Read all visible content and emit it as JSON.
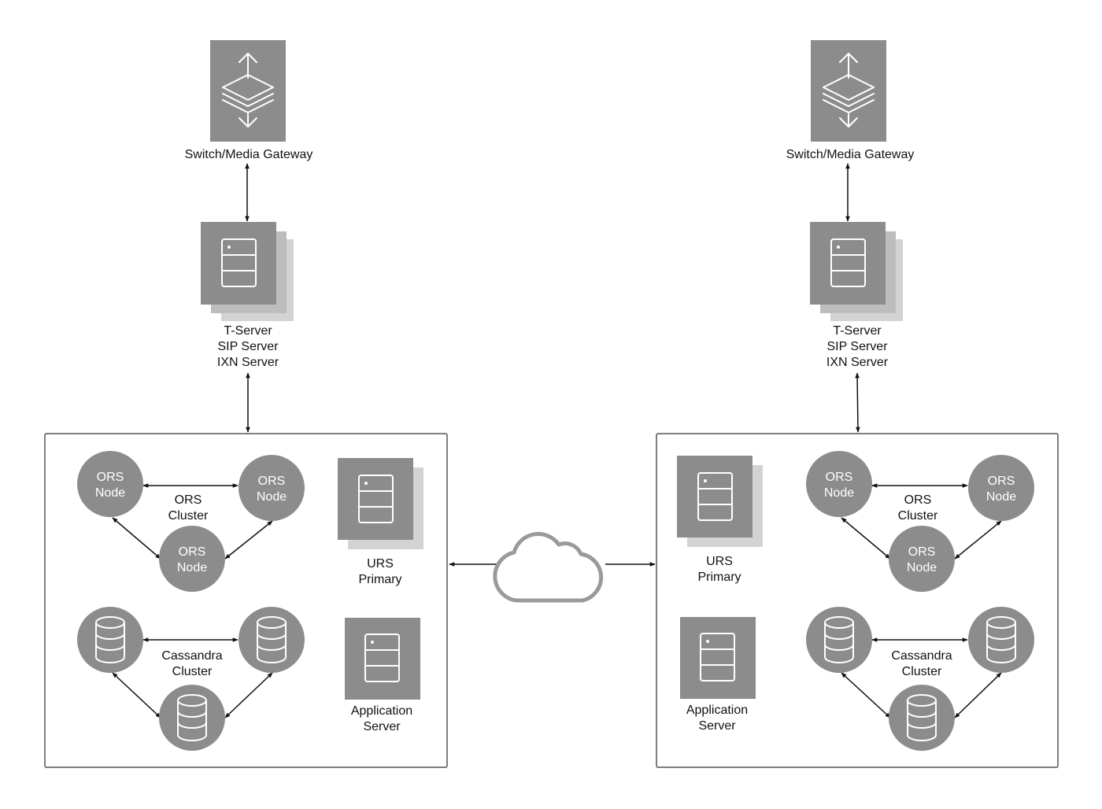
{
  "colors": {
    "node_fill": "#8c8c8d",
    "shadow_fill": "#d3d3d4",
    "icon_stroke": "#ffffff",
    "line": "#111111",
    "box_border": "#555555",
    "cloud_stroke": "#9a9a9b"
  },
  "left": {
    "gateway": {
      "icon": "switch-media-gateway-icon",
      "label": "Switch/Media Gateway"
    },
    "tserver": {
      "icon": "server-stack-icon",
      "lines": [
        "T-Server",
        "SIP Server",
        "IXN Server"
      ]
    },
    "ors_cluster": {
      "label": [
        "ORS",
        "Cluster"
      ],
      "node_label": [
        "ORS",
        "Node"
      ]
    },
    "urs": {
      "icon": "server-stack-icon",
      "label": [
        "URS",
        "Primary"
      ]
    },
    "cassandra": {
      "icon": "database-icon",
      "label": [
        "Cassandra",
        "Cluster"
      ]
    },
    "app_server": {
      "icon": "server-icon",
      "label": [
        "Application",
        "Server"
      ]
    }
  },
  "right": {
    "gateway": {
      "icon": "switch-media-gateway-icon",
      "label": "Switch/Media Gateway"
    },
    "tserver": {
      "icon": "server-stack-icon",
      "lines": [
        "T-Server",
        "SIP Server",
        "IXN Server"
      ]
    },
    "ors_cluster": {
      "label": [
        "ORS",
        "Cluster"
      ],
      "node_label": [
        "ORS",
        "Node"
      ]
    },
    "urs": {
      "icon": "server-stack-icon",
      "label": [
        "URS",
        "Primary"
      ]
    },
    "cassandra": {
      "icon": "database-icon",
      "label": [
        "Cassandra",
        "Cluster"
      ]
    },
    "app_server": {
      "icon": "server-icon",
      "label": [
        "Application",
        "Server"
      ]
    }
  },
  "network": {
    "icon": "cloud-icon"
  }
}
